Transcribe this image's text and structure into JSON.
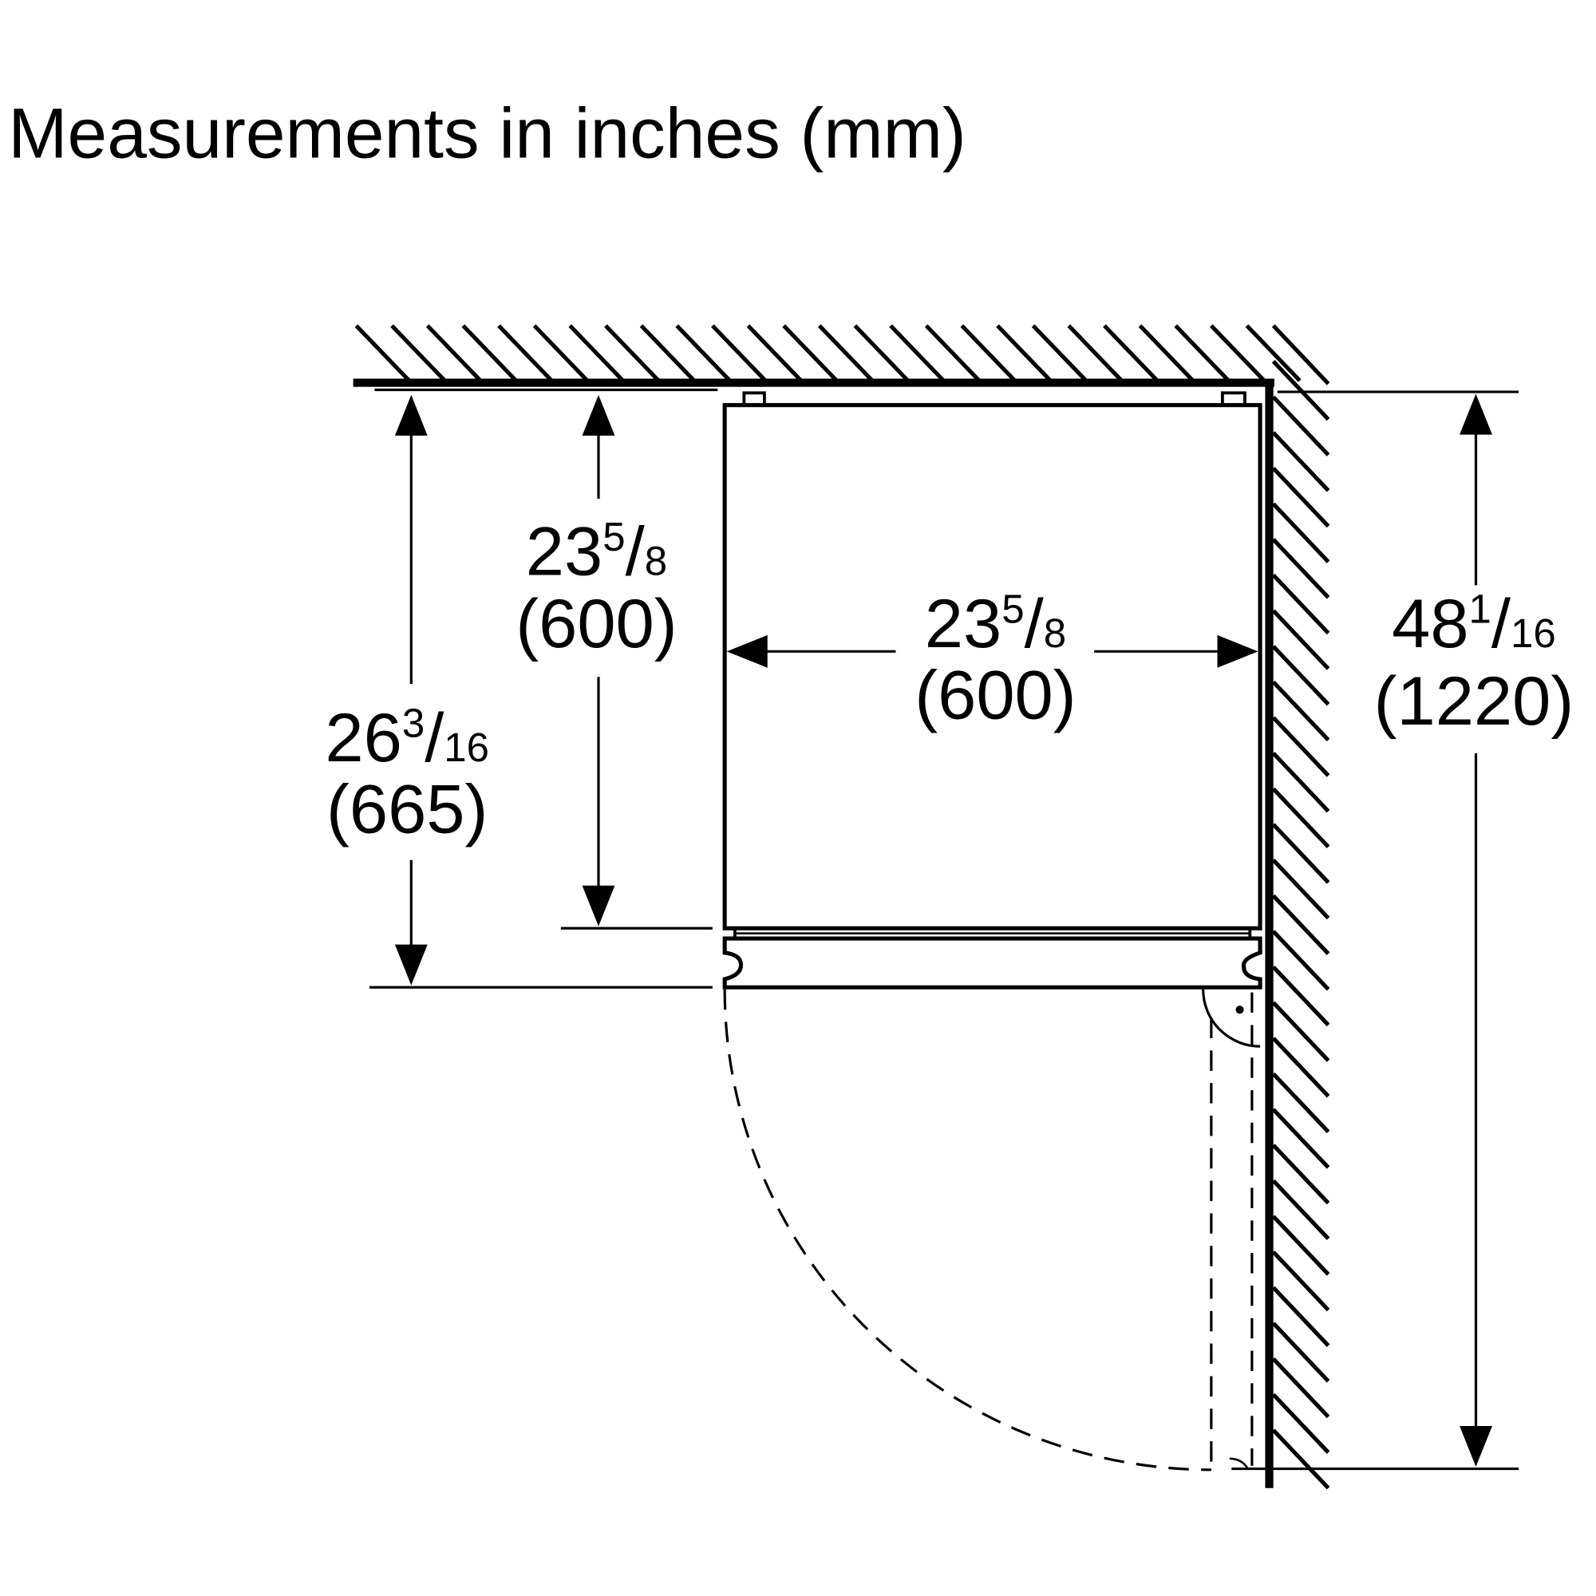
{
  "title": "Measurements in inches (mm)",
  "dimensions": {
    "depth_total": {
      "whole": "26",
      "num": "3",
      "den": "16",
      "mm": "(665)"
    },
    "depth_cabinet": {
      "whole": "23",
      "num": "5",
      "den": "8",
      "mm": "(600)"
    },
    "width_cabinet": {
      "whole": "23",
      "num": "5",
      "den": "8",
      "mm": "(600)"
    },
    "door_clearance": {
      "whole": "48",
      "num": "1",
      "den": "16",
      "mm": "(1220)"
    }
  },
  "colors": {
    "line": "#000000",
    "background": "#ffffff"
  }
}
